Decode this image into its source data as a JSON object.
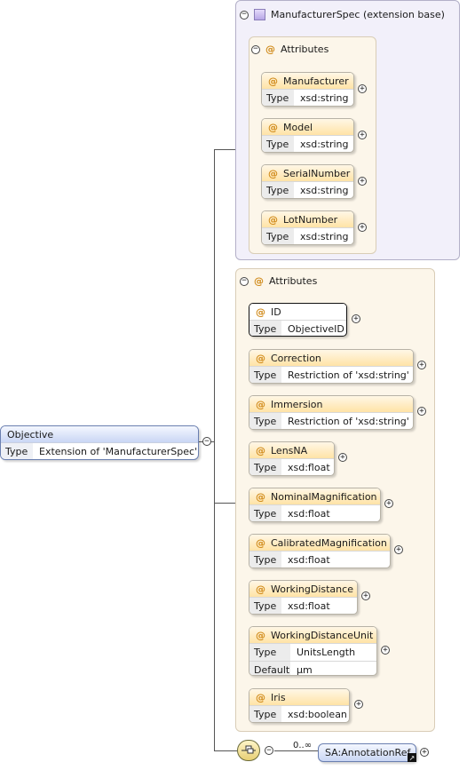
{
  "manufacturer_spec": {
    "title": "ManufacturerSpec (extension base)",
    "attributes_label": "Attributes",
    "attributes": [
      {
        "name": "Manufacturer",
        "type_key": "Type",
        "type": "xsd:string"
      },
      {
        "name": "Model",
        "type_key": "Type",
        "type": "xsd:string"
      },
      {
        "name": "SerialNumber",
        "type_key": "Type",
        "type": "xsd:string"
      },
      {
        "name": "LotNumber",
        "type_key": "Type",
        "type": "xsd:string"
      }
    ]
  },
  "objective_attributes": {
    "label": "Attributes",
    "items": [
      {
        "name": "ID",
        "type_key": "Type",
        "type": "ObjectiveID"
      },
      {
        "name": "Correction",
        "type_key": "Type",
        "type": "Restriction of 'xsd:string'"
      },
      {
        "name": "Immersion",
        "type_key": "Type",
        "type": "Restriction of 'xsd:string'"
      },
      {
        "name": "LensNA",
        "type_key": "Type",
        "type": "xsd:float"
      },
      {
        "name": "NominalMagnification",
        "type_key": "Type",
        "type": "xsd:float"
      },
      {
        "name": "CalibratedMagnification",
        "type_key": "Type",
        "type": "xsd:float"
      },
      {
        "name": "WorkingDistance",
        "type_key": "Type",
        "type": "xsd:float"
      },
      {
        "name": "WorkingDistanceUnit",
        "type_key": "Type",
        "type": "UnitsLength",
        "default_key": "Default",
        "default": "µm"
      },
      {
        "name": "Iris",
        "type_key": "Type",
        "type": "xsd:boolean"
      }
    ]
  },
  "objective": {
    "name": "Objective",
    "type_key": "Type",
    "type": "Extension of 'ManufacturerSpec'"
  },
  "sequence": {
    "cardinality": "0..∞",
    "ref": "SA:AnnotationRef"
  },
  "glyphs": {
    "at": "@",
    "collapse": "−",
    "expand": "+"
  }
}
